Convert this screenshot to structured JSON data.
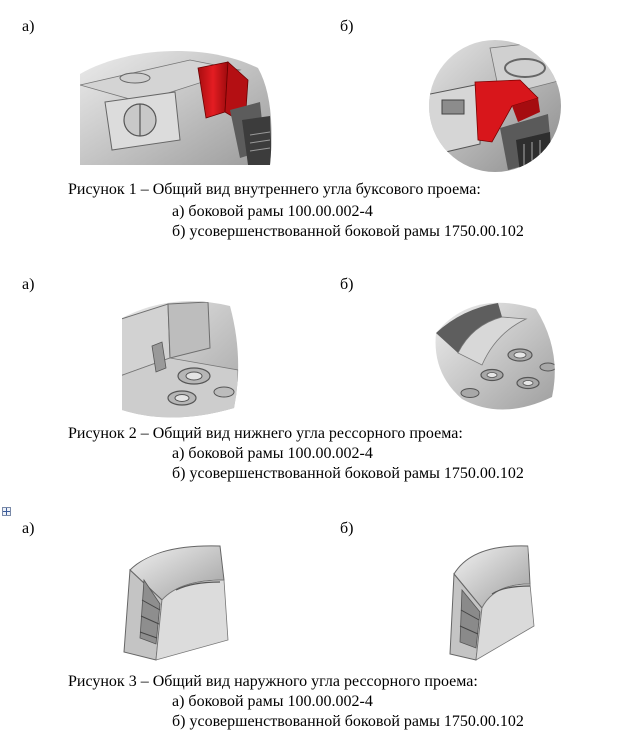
{
  "figures": [
    {
      "label_a": "а)",
      "label_b": "б)",
      "caption": "Рисунок 1 – Общий вид внутреннего угла буксового проема:",
      "line_a": "а) боковой рамы 100.00.002-4",
      "line_b": "б) усовершенствованной боковой рамы 1750.00.102"
    },
    {
      "label_a": "а)",
      "label_b": "б)",
      "caption": "Рисунок 2 – Общий вид нижнего угла рессорного проема:",
      "line_a": "а) боковой рамы 100.00.002-4",
      "line_b": "б) усовершенствованной боковой рамы 1750.00.102"
    },
    {
      "label_a": "а)",
      "label_b": "б)",
      "caption": "Рисунок 3 – Общий вид наружного угла рессорного проема:",
      "line_a": "а) боковой рамы 100.00.002-4",
      "line_b": "б) усовершенствованной боковой рамы 1750.00.102"
    }
  ],
  "colors": {
    "highlight": "#d8161b",
    "metal_light": "#e6e6e6",
    "metal_mid": "#b9b9b9",
    "metal_dark": "#5a5a5a"
  },
  "icons": {
    "table_anchor": "move-anchor-icon"
  }
}
